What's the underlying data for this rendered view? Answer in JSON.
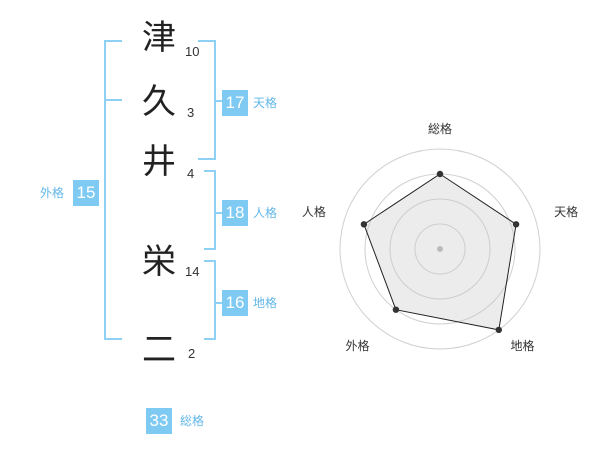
{
  "name": {
    "characters": [
      {
        "char": "津",
        "strokes": "10"
      },
      {
        "char": "久",
        "strokes": "3"
      },
      {
        "char": "井",
        "strokes": "4"
      },
      {
        "char": "栄",
        "strokes": "14"
      },
      {
        "char": "二",
        "strokes": "2"
      }
    ]
  },
  "fortunes": {
    "tenkaku": {
      "label": "天格",
      "value": "17"
    },
    "jinkaku": {
      "label": "人格",
      "value": "18"
    },
    "chikaku": {
      "label": "地格",
      "value": "16"
    },
    "gaikaku": {
      "label": "外格",
      "value": "15"
    },
    "soukaku": {
      "label": "総格",
      "value": "33"
    }
  },
  "colors": {
    "accent": "#7fcaf3",
    "bracket": "#8fd0f5",
    "label": "#62b7e8"
  },
  "chart_data": {
    "type": "radar",
    "axes": [
      "総格",
      "天格",
      "地格",
      "外格",
      "人格"
    ],
    "values": [
      0.75,
      0.8,
      1.0,
      0.75,
      0.8
    ],
    "range": [
      0,
      1
    ],
    "rings": 4
  }
}
